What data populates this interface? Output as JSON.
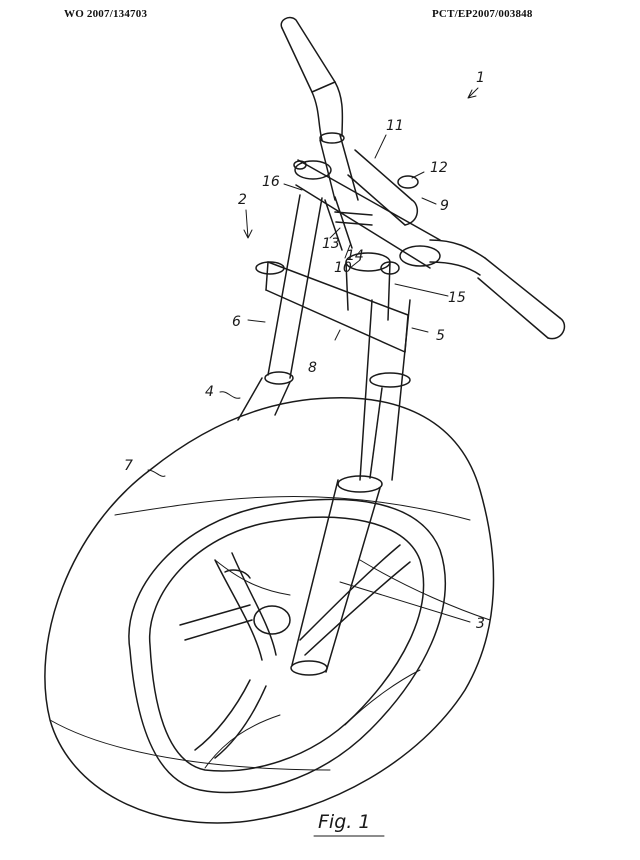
{
  "header": {
    "publication_number": "WO 2007/134703",
    "application_number": "PCT/EP2007/003848"
  },
  "figure": {
    "caption": "Fig. 1",
    "reference_numerals": [
      "1",
      "2",
      "3",
      "4",
      "5",
      "6",
      "7",
      "8",
      "9",
      "10",
      "11",
      "12",
      "13",
      "14",
      "15",
      "16"
    ]
  }
}
